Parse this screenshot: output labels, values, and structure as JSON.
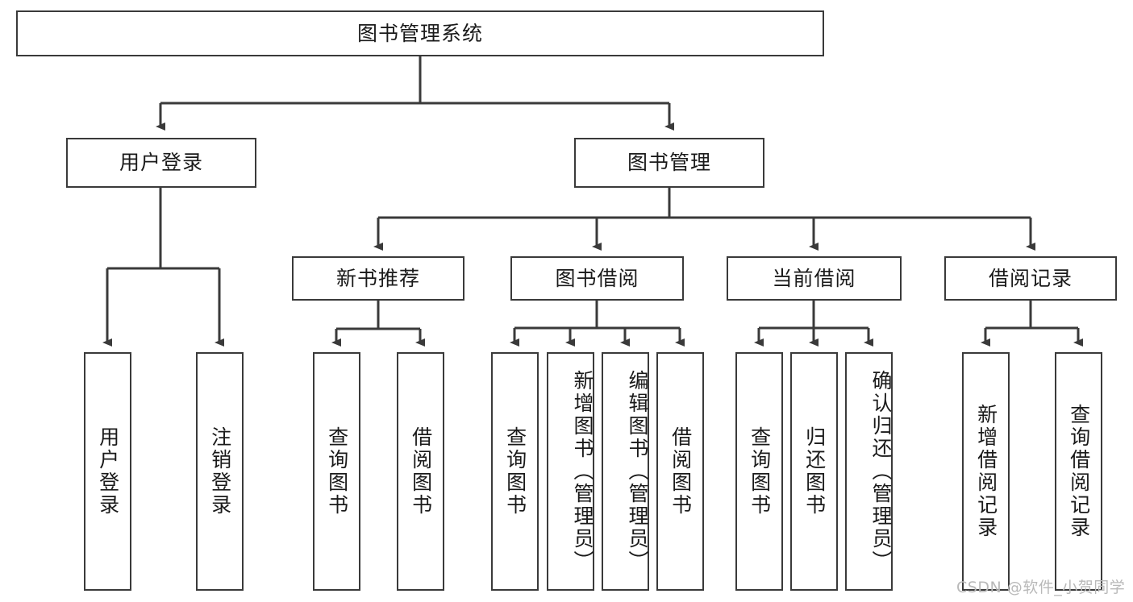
{
  "diagram": {
    "type": "hierarchy-tree",
    "title_node": {
      "id": "root",
      "label": "图书管理系统"
    },
    "level2": [
      {
        "id": "user-login",
        "label": "用户登录"
      },
      {
        "id": "book-management",
        "label": "图书管理"
      }
    ],
    "level3": [
      {
        "id": "new-book-recommend",
        "label": "新书推荐"
      },
      {
        "id": "book-borrow",
        "label": "图书借阅"
      },
      {
        "id": "current-borrow",
        "label": "当前借阅"
      },
      {
        "id": "borrow-record",
        "label": "借阅记录"
      }
    ],
    "leaves": {
      "user_login": [
        {
          "id": "leaf-user-login",
          "label": "用户登录"
        },
        {
          "id": "leaf-logout",
          "label": "注销登录"
        }
      ],
      "new_book_recommend": [
        {
          "id": "leaf-query-book-1",
          "label": "查询图书"
        },
        {
          "id": "leaf-borrow-book-1",
          "label": "借阅图书"
        }
      ],
      "book_borrow": [
        {
          "id": "leaf-query-book-2",
          "label": "查询图书"
        },
        {
          "id": "leaf-add-book",
          "label": "新增图书（管理员）"
        },
        {
          "id": "leaf-edit-book",
          "label": "编辑图书（管理员）"
        },
        {
          "id": "leaf-borrow-book-2",
          "label": "借阅图书"
        }
      ],
      "current_borrow": [
        {
          "id": "leaf-query-book-3",
          "label": "查询图书"
        },
        {
          "id": "leaf-return-book",
          "label": "归还图书"
        },
        {
          "id": "leaf-confirm-return",
          "label": "确认归还（管理员）"
        }
      ],
      "borrow_record": [
        {
          "id": "leaf-add-record",
          "label": "新增借阅记录"
        },
        {
          "id": "leaf-query-record",
          "label": "查询借阅记录"
        }
      ]
    },
    "colors": {
      "stroke": "#3a3a3a",
      "background": "#ffffff",
      "text": "#1a1a1a",
      "watermark": "#b9b9b9"
    }
  },
  "watermark": {
    "text": "CSDN @软件_小贺同学"
  }
}
